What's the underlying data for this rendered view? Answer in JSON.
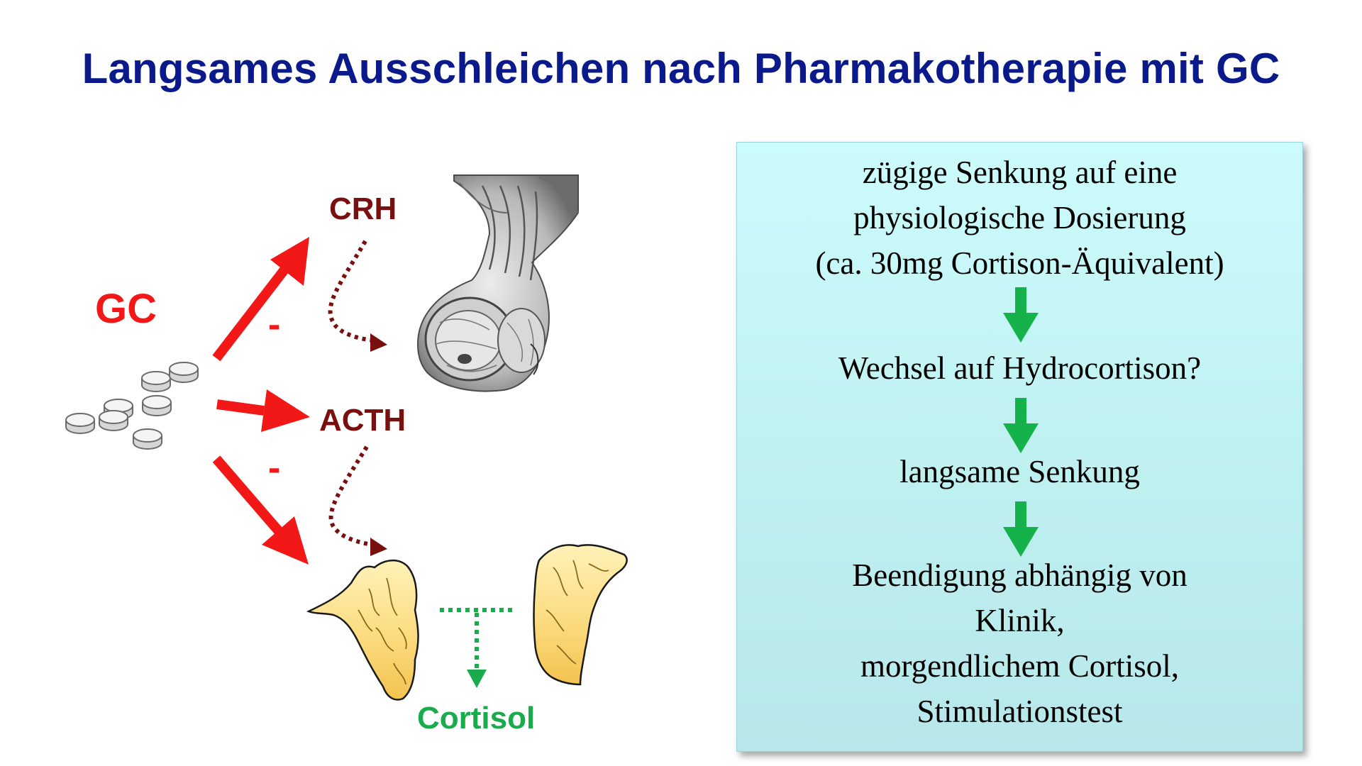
{
  "title": "Langsames Ausschleichen nach Pharmakotherapie mit GC",
  "diagram": {
    "labels": {
      "gc": "GC",
      "crh": "CRH",
      "acth": "ACTH",
      "cortisol": "Cortisol",
      "inhibit": "-"
    },
    "colors": {
      "gc_arrow": "#f21818",
      "hormone": "#7a0f0f",
      "cortisol": "#19ab4c",
      "title": "#0b1a8a"
    }
  },
  "info_box": {
    "steps": [
      {
        "lines": [
          "zügige Senkung auf eine",
          "physiologische Dosierung",
          "(ca. 30mg Cortison-Äquivalent)"
        ]
      },
      {
        "lines": [
          "Wechsel auf Hydrocortison?"
        ]
      },
      {
        "lines": [
          "langsame Senkung"
        ]
      },
      {
        "lines": [
          "Beendigung abhängig von",
          "Klinik,",
          "morgendlichem Cortisol,",
          "Stimulationstest"
        ]
      }
    ],
    "arrow_color": "#15b14a",
    "box_color": "#c4f4f5"
  }
}
